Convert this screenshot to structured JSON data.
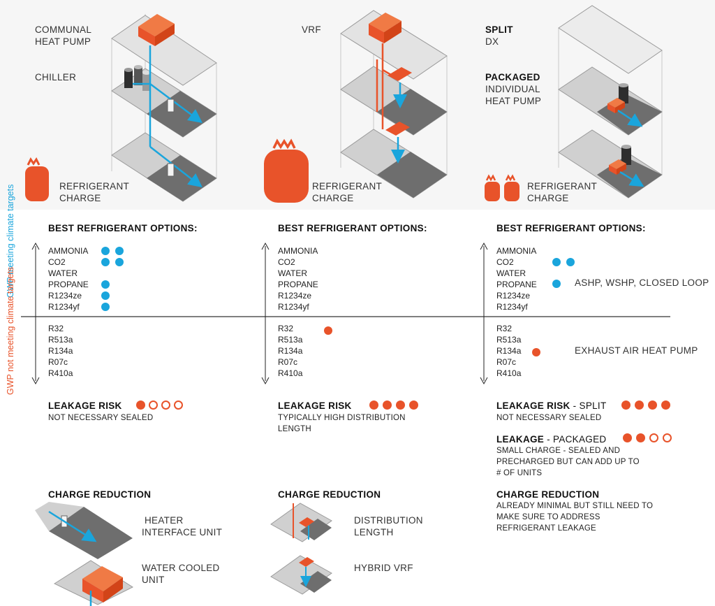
{
  "columns": [
    {
      "system_labels": [
        "COMMUNAL HEAT PUMP",
        "CHILLER"
      ],
      "charge_label": "REFRIGERANT CHARGE",
      "options_heading": "BEST REFRIGERANT OPTIONS:",
      "leakage_heading": "LEAKAGE RISK",
      "leakage_note": "NOT NECESSARY SEALED",
      "reduction_heading": "CHARGE REDUCTION",
      "reduction_items": [
        "HEATER INTERFACE UNIT",
        "WATER COOLED UNIT"
      ]
    },
    {
      "system_labels": [
        "VRF"
      ],
      "charge_label": "REFRIGERANT CHARGE",
      "options_heading": "BEST REFRIGERANT OPTIONS:",
      "leakage_heading": "LEAKAGE RISK",
      "leakage_note": "TYPICALLY HIGH DISTRIBUTION LENGTH",
      "reduction_heading": "CHARGE REDUCTION",
      "reduction_items": [
        "DISTRIBUTION LENGTH",
        "HYBRID VRF"
      ]
    },
    {
      "system_labels": [
        "SPLIT",
        "DX",
        "PACKAGED",
        "INDIVIDUAL HEAT PUMP"
      ],
      "charge_label": "REFRIGERANT CHARGE",
      "options_heading": "BEST REFRIGERANT OPTIONS:",
      "leakage_heading": "LEAKAGE RISK",
      "leakage_split_suffix": "- SPLIT",
      "leakage_note": "NOT NECESSARY SEALED",
      "leakage_packaged_heading": "LEAKAGE",
      "leakage_packaged_suffix": "- PACKAGED",
      "leakage_packaged_note": "SMALL CHARGE - SEALED AND PRECHARGED BUT CAN ADD UP TO # OF UNITS",
      "reduction_heading": "CHARGE REDUCTION",
      "reduction_note": "ALREADY MINIMAL BUT STILL NEED TO MAKE SURE TO ADDRESS REFRIGERANT LEAKAGE",
      "note_good": "ASHP, WSHP, CLOSED LOOP",
      "note_bad": "EXHAUST AIR HEAT PUMP"
    }
  ],
  "refrigerants_good": [
    "AMMONIA",
    "CO2",
    "WATER",
    "PROPANE",
    "R1234ze",
    "R1234yf"
  ],
  "refrigerants_bad": [
    "R32",
    "R513a",
    "R134a",
    "R07c",
    "R410a"
  ],
  "axis": {
    "good_label": "GWP meeting climate targets",
    "bad_label": "GWP not meeting climate targets"
  },
  "colors": {
    "blue": "#1aa5dc",
    "orange": "#e8532a",
    "floor_dark": "#6e6e6e",
    "floor_light": "#c9c9c9"
  },
  "icons": [
    "refrigerant-cylinder-icon",
    "heat-pump-unit-icon",
    "chiller-tanks-icon",
    "indoor-unit-icon"
  ],
  "leakage_ratings": {
    "communal": 1,
    "vrf": 4,
    "split": 4,
    "packaged": 2,
    "max": 4
  }
}
